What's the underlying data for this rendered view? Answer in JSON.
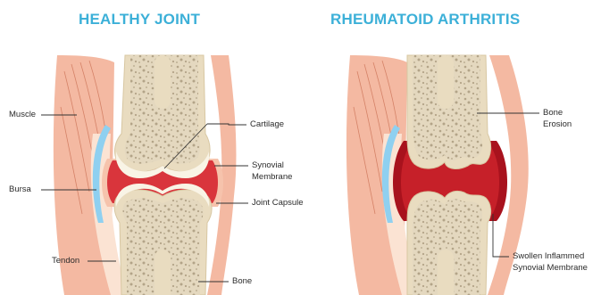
{
  "titles": {
    "healthy": "HEALTHY JOINT",
    "ra": "RHEUMATOID ARTHRITIS"
  },
  "labels": {
    "muscle": "Muscle",
    "bursa": "Bursa",
    "tendon": "Tendon",
    "cartilage": "Cartilage",
    "synovial_membrane": "Synovial\nMembrane",
    "joint_capsule": "Joint Capsule",
    "bone": "Bone",
    "bone_erosion": "Bone\nErosion",
    "swollen_membrane": "Swollen Inflammed\nSynovial Membrane"
  },
  "colors": {
    "title": "#3cb0d8",
    "muscle": "#f4b9a2",
    "tendon": "#fbe3d3",
    "bursa": "#8fd0f0",
    "bone_shaft": "#e9dcc0",
    "bone_spongy": "#e2d6bd",
    "cartilage": "#f9f4e6",
    "synovium_healthy": "#d9353c",
    "synovium_inflamed": "#a8121d"
  }
}
